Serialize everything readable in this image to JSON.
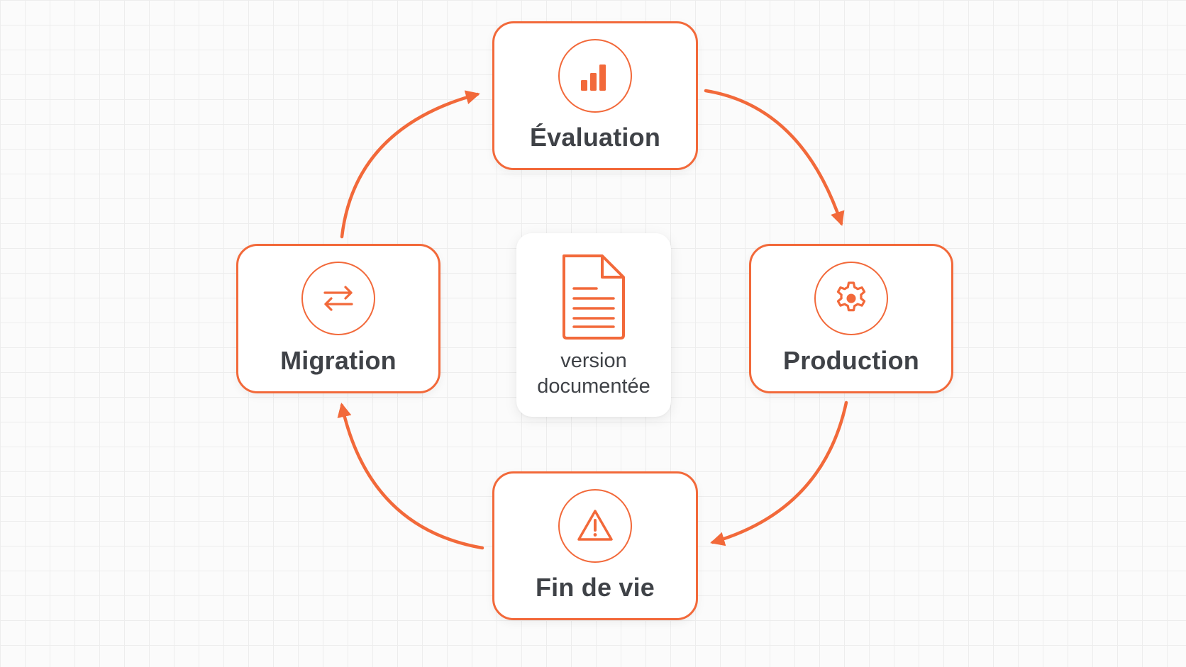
{
  "diagram": {
    "accent_color": "#f2693a",
    "stages": [
      {
        "id": "evaluation",
        "label": "Évaluation",
        "icon": "bar-chart-icon"
      },
      {
        "id": "production",
        "label": "Production",
        "icon": "gear-icon"
      },
      {
        "id": "fin-de-vie",
        "label": "Fin de vie",
        "icon": "warning-icon"
      },
      {
        "id": "migration",
        "label": "Migration",
        "icon": "swap-arrows-icon"
      }
    ],
    "center": {
      "icon": "document-icon",
      "line1": "version",
      "line2": "documentée"
    }
  }
}
